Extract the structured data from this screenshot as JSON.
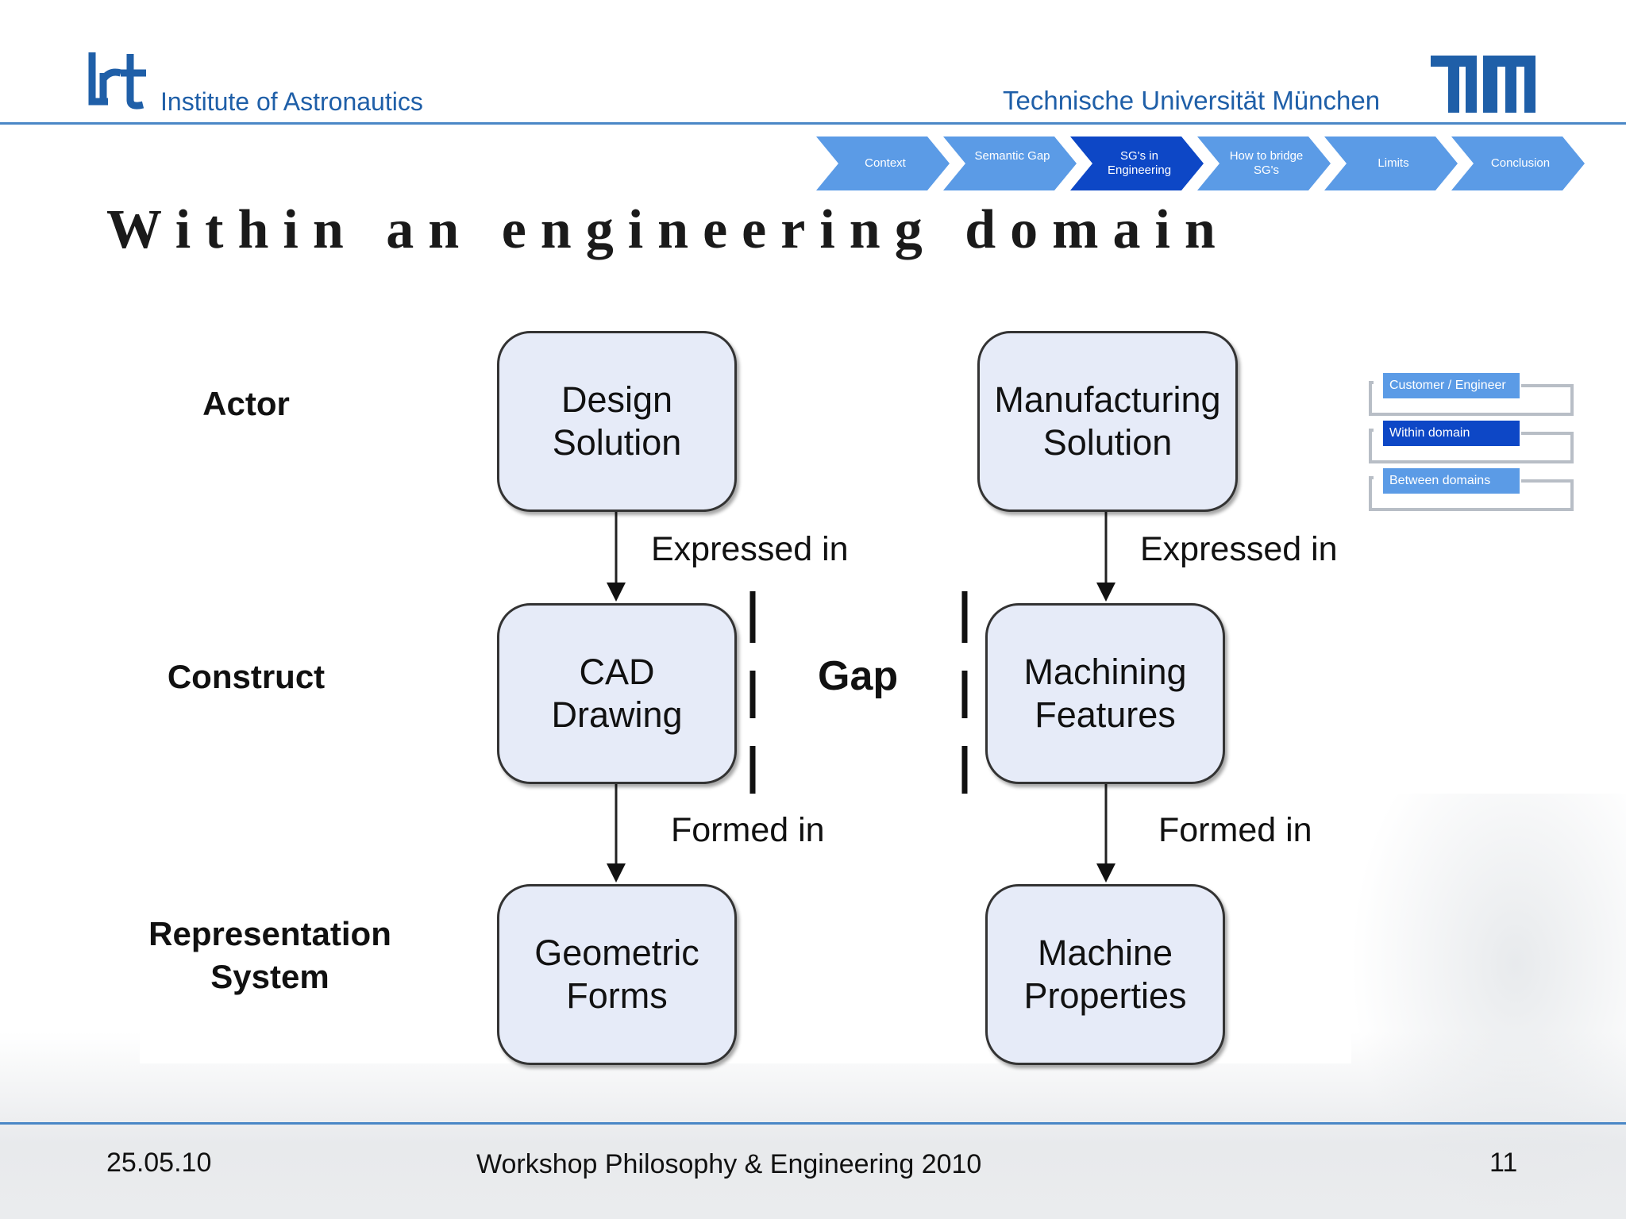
{
  "header": {
    "institute": "Institute of Astronautics",
    "university": "Technische Universität München"
  },
  "nav": {
    "items": [
      {
        "label": "Context",
        "active": false
      },
      {
        "label": "Semantic Gap",
        "active": false
      },
      {
        "label": "SG's in Engineering",
        "active": true
      },
      {
        "label": "How to bridge SG's",
        "active": false
      },
      {
        "label": "Limits",
        "active": false
      },
      {
        "label": "Conclusion",
        "active": false
      }
    ],
    "color_inactive": "#5b9be6",
    "color_active": "#0d47c6"
  },
  "title": "Within an engineering domain",
  "diagram": {
    "rows": {
      "actor": "Actor",
      "construct": "Construct",
      "representation": "Representation System"
    },
    "boxes": {
      "design_solution": "Design Solution",
      "manufacturing_solution": "Manufacturing Solution",
      "cad_drawing": "CAD Drawing",
      "machining_features": "Machining Features",
      "geometric_forms": "Geometric Forms",
      "machine_properties": "Machine Properties"
    },
    "edges": {
      "left_expressed": "Expressed in",
      "right_expressed": "Expressed in",
      "left_formed": "Formed in",
      "right_formed": "Formed in"
    },
    "gap": "Gap",
    "box_fill": "#e6ebf8"
  },
  "legend": {
    "items": [
      {
        "label": "Customer / Engineer",
        "active": false
      },
      {
        "label": "Within domain",
        "active": true
      },
      {
        "label": "Between domains",
        "active": false
      }
    ]
  },
  "footer": {
    "date": "25.05.10",
    "event": "Workshop Philosophy & Engineering 2010",
    "page": "11"
  },
  "colors": {
    "brand_blue": "#1f5fa8",
    "rule_blue": "#4a87c6"
  }
}
